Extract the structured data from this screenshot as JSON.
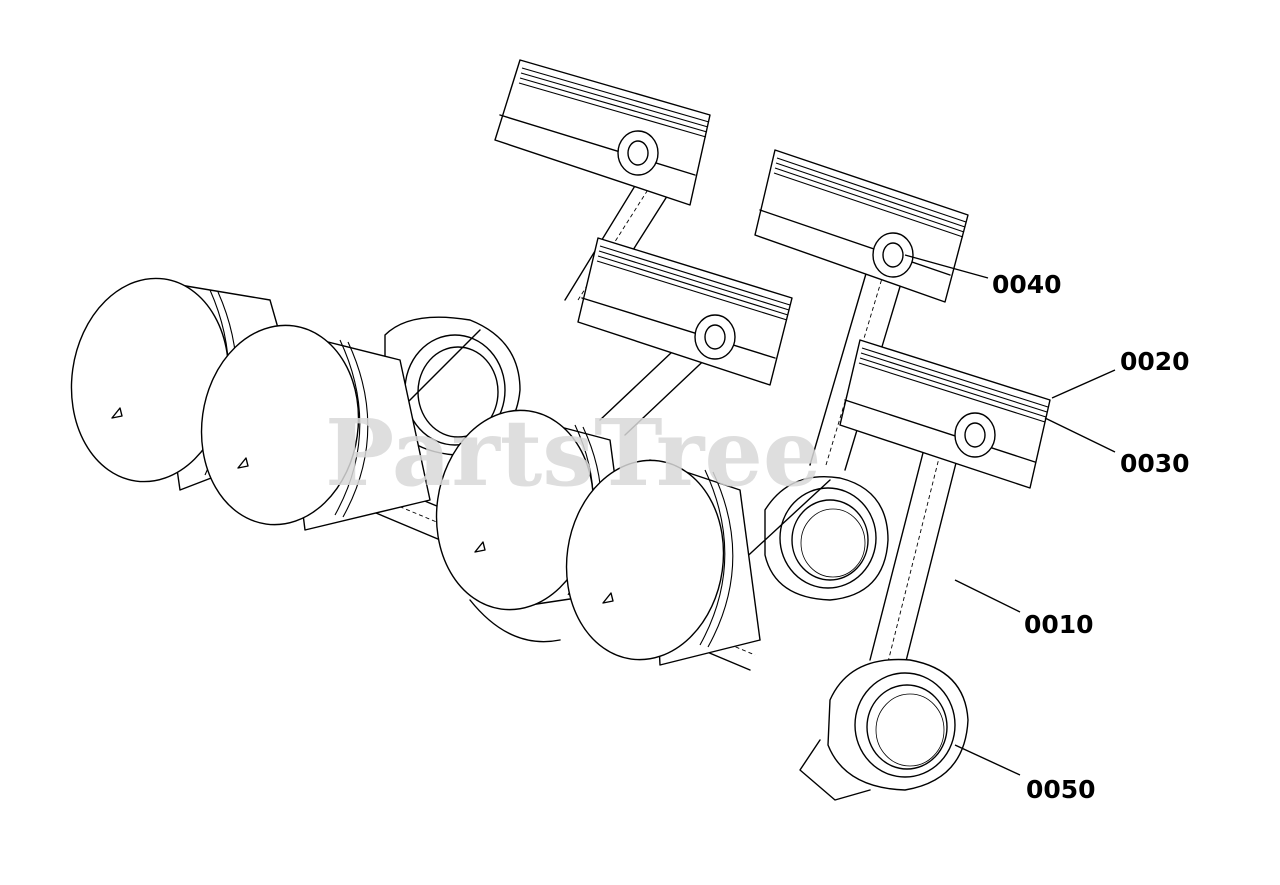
{
  "watermark": "PartsTree",
  "callouts": [
    {
      "id": "0040",
      "label": "0040"
    },
    {
      "id": "0020",
      "label": "0020"
    },
    {
      "id": "0030",
      "label": "0030"
    },
    {
      "id": "0010",
      "label": "0010"
    },
    {
      "id": "0050",
      "label": "0050"
    }
  ]
}
